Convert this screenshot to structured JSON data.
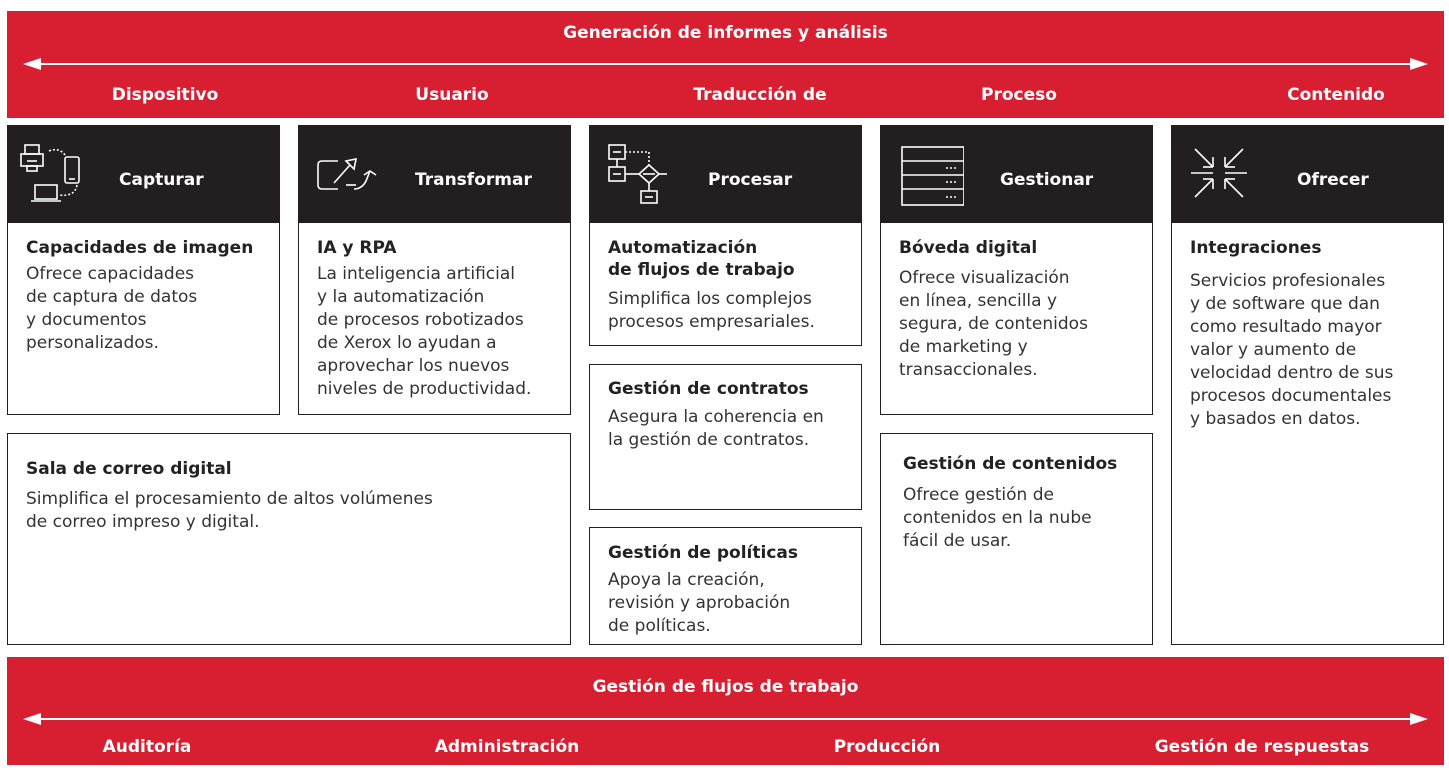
{
  "top_band": {
    "title": "Generación de informes y análisis",
    "labels": [
      "Dispositivo",
      "Usuario",
      "Traducción de",
      "Proceso",
      "Contenido"
    ]
  },
  "bottom_band": {
    "title": "Gestión de flujos de trabajo",
    "labels": [
      "Auditoría",
      "Administración",
      "Producción",
      "Gestión de respuestas"
    ]
  },
  "columns": [
    {
      "title": "Capturar",
      "icon": "devices-icon"
    },
    {
      "title": "Transformar",
      "icon": "transform-arrows-icon"
    },
    {
      "title": "Procesar",
      "icon": "flowchart-icon"
    },
    {
      "title": "Gestionar",
      "icon": "server-stack-icon"
    },
    {
      "title": "Ofrecer",
      "icon": "burst-arrows-icon"
    }
  ],
  "cards": {
    "capacidades": {
      "title": "Capacidades de imagen",
      "desc": "Ofrece capacidades\nde captura de datos\ny documentos\npersonalizados."
    },
    "ia": {
      "title": "IA y RPA",
      "desc": "La inteligencia artificial\ny la automatización\nde procesos robotizados\nde Xerox lo ayudan a\naprovechar los nuevos\nniveles de productividad."
    },
    "sala": {
      "title": "Sala de correo digital",
      "desc": "Simplifica el procesamiento de altos volúmenes\nde correo impreso y digital."
    },
    "automatizacion": {
      "title": "Automatización\nde flujos de trabajo",
      "desc": "Simplifica los complejos\nprocesos empresariales."
    },
    "contratos": {
      "title": "Gestión de contratos",
      "desc": "Asegura la coherencia en\nla gestión de contratos."
    },
    "politicas": {
      "title": "Gestión de políticas",
      "desc": "Apoya la creación,\nrevisión y aprobación\nde políticas."
    },
    "boveda": {
      "title": "Bóveda digital",
      "desc": "Ofrece visualización\nen línea, sencilla y\nsegura, de contenidos\nde marketing y\ntransaccionales."
    },
    "contenidos": {
      "title": "Gestión de contenidos",
      "desc": "Ofrece gestión de\ncontenidos en la nube\nfácil de usar."
    },
    "integraciones": {
      "title": "Integraciones",
      "desc": "Servicios profesionales\ny de software que dan\ncomo resultado mayor\nvalor y aumento de\nvelocidad dentro de sus\nprocesos documentales\ny basados en datos."
    }
  },
  "colors": {
    "brand_red": "#d71f31",
    "header_black": "#231f20"
  }
}
